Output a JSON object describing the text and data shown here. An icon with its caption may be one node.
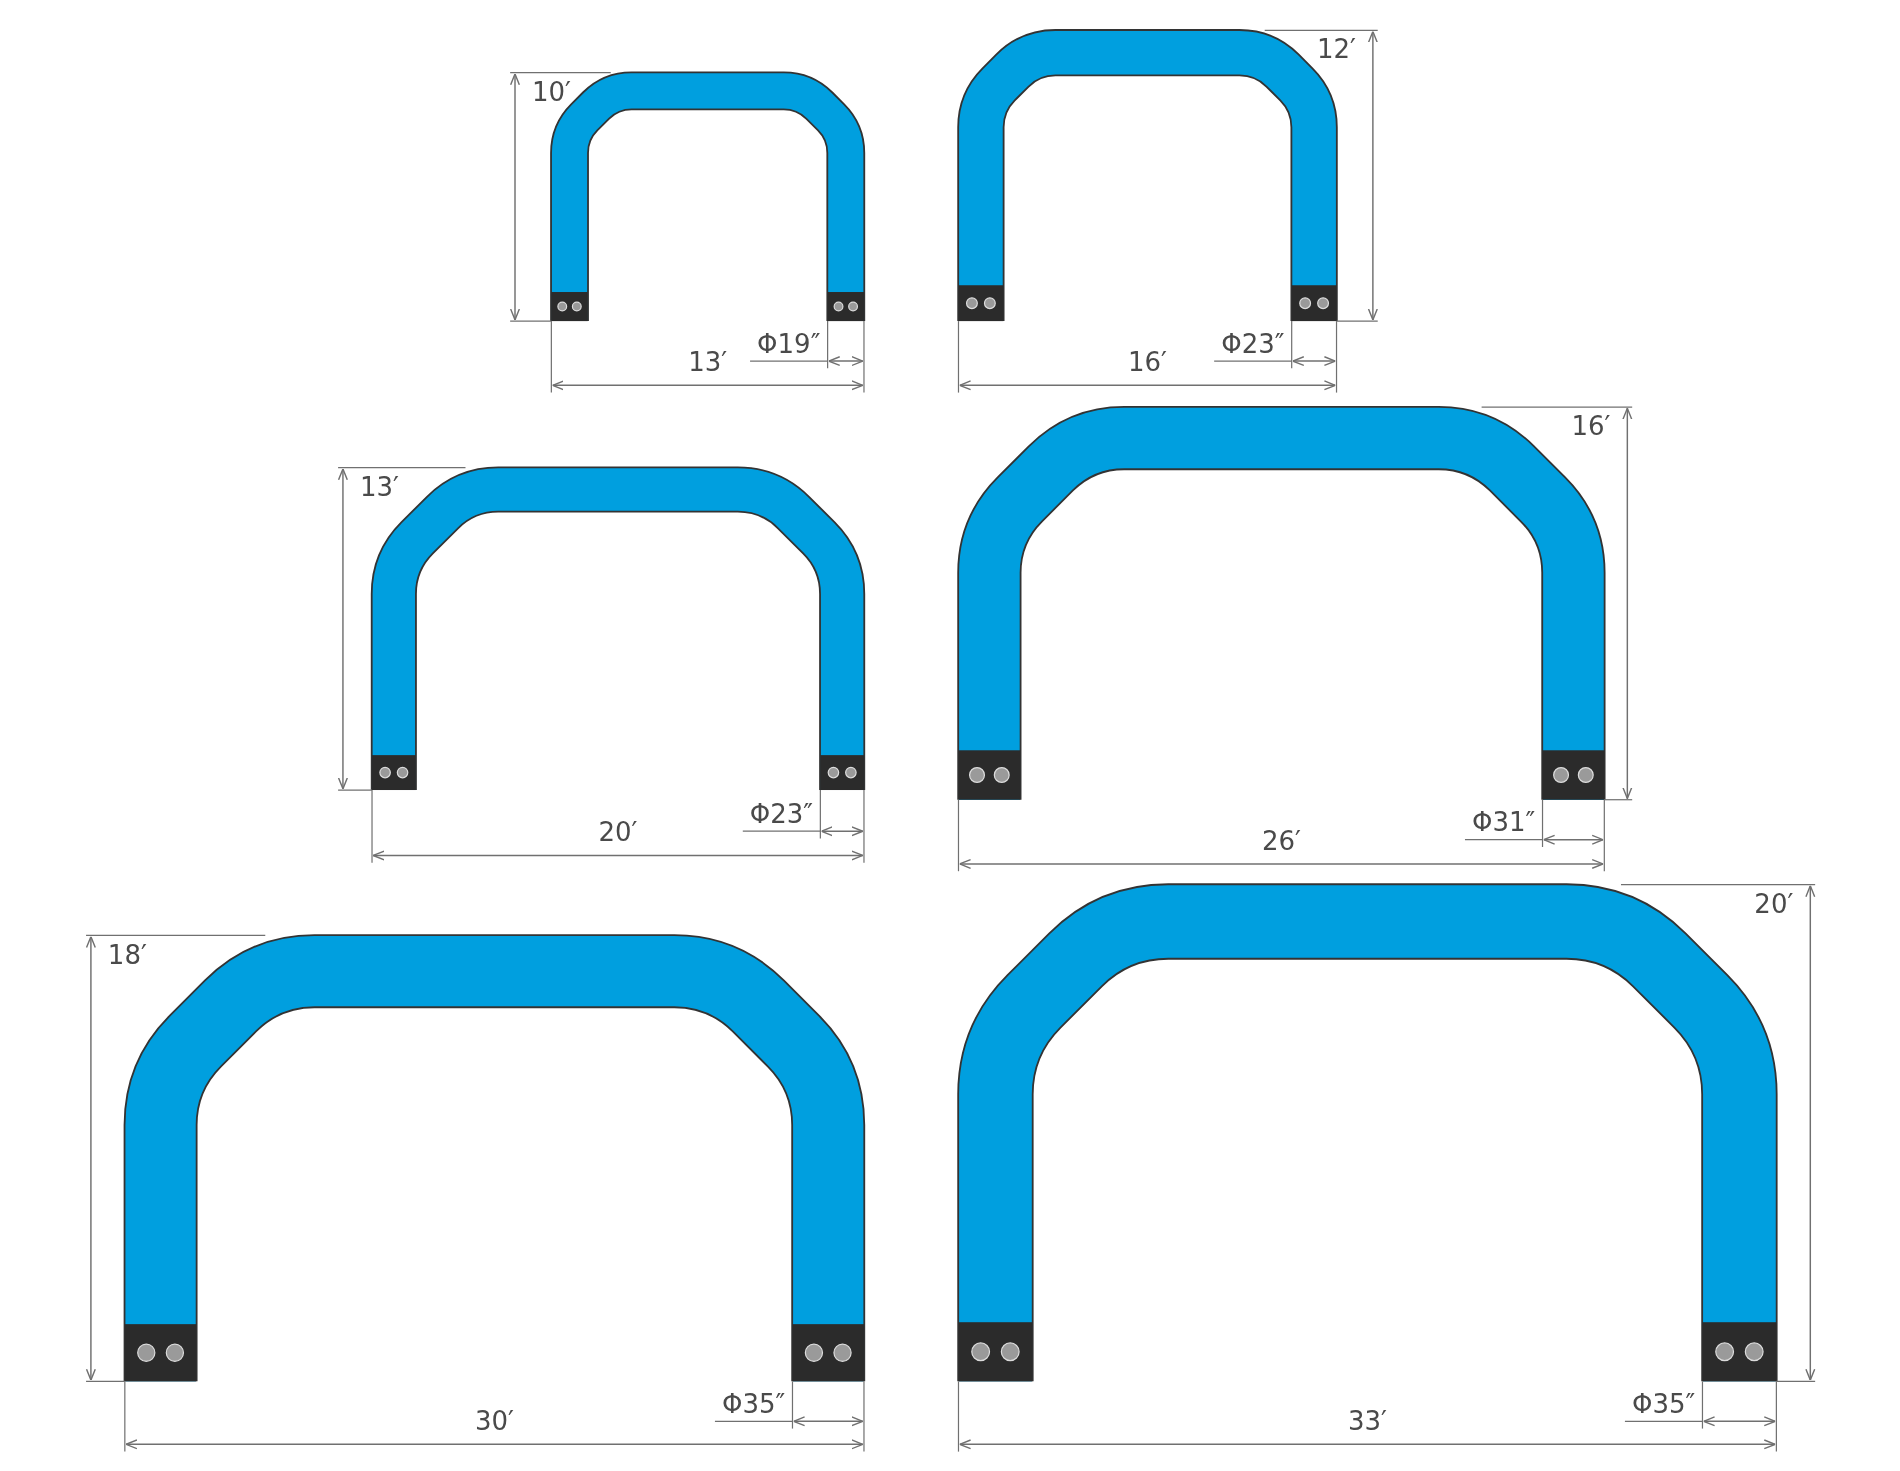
{
  "diagram": {
    "labels": [
      "10′",
      "12′",
      "Φ19″",
      "Φ23″",
      "13′",
      "16′",
      "16′",
      "13′",
      "Φ23″",
      "Φ31″",
      "20′",
      "26′",
      "20′",
      "18′",
      "Φ35″",
      "Φ35″",
      "30′",
      "33′"
    ]
  }
}
